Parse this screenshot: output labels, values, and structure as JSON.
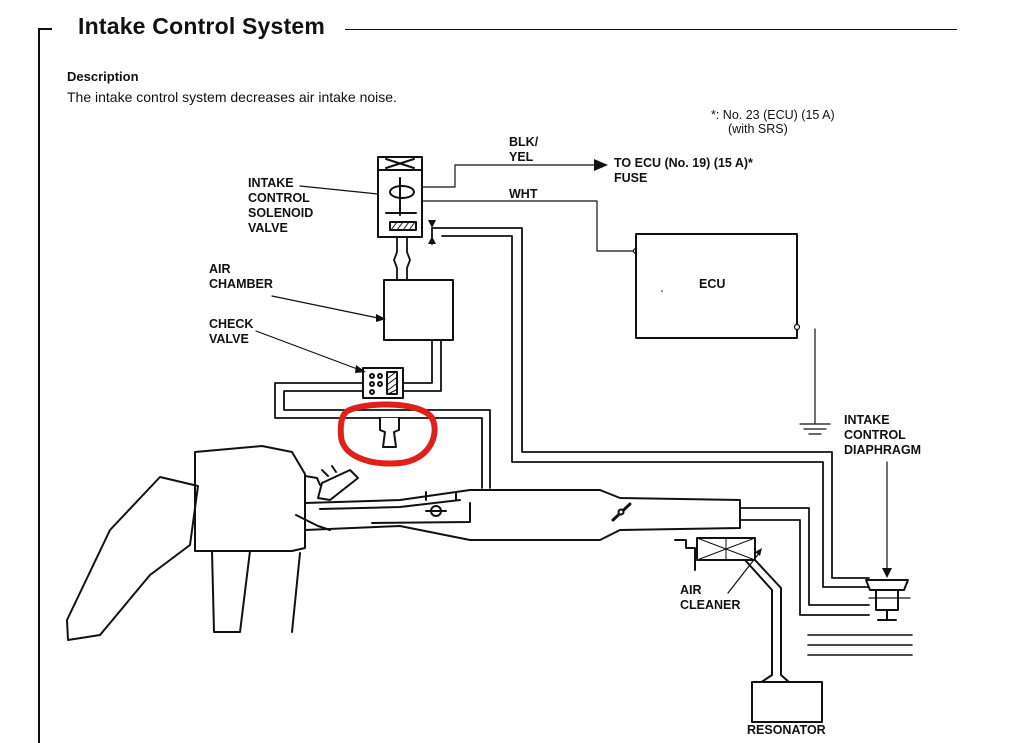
{
  "header": {
    "title": "Intake Control System"
  },
  "description": {
    "heading": "Description",
    "text": "The intake control system decreases air intake noise."
  },
  "footnote": {
    "line1": "*: No. 23 (ECU) (15 A)",
    "line2": "(with SRS)"
  },
  "labels": {
    "solenoid_valve": "INTAKE\nCONTROL\nSOLENOID\nVALVE",
    "air_chamber": "AIR\nCHAMBER",
    "check_valve": "CHECK\nVALVE",
    "wire_blk_yel": "BLK/\nYEL",
    "wire_wht": "WHT",
    "to_ecu_fuse": "TO ECU (No. 19) (15 A)*\nFUSE",
    "ecu": "ECU",
    "diaphragm": "INTAKE\nCONTROL\nDIAPHRAGM",
    "air_cleaner": "AIR\nCLEANER",
    "resonator": "RESONATOR"
  },
  "colors": {
    "line": "#111111",
    "highlight_circle": "#e0201b"
  }
}
